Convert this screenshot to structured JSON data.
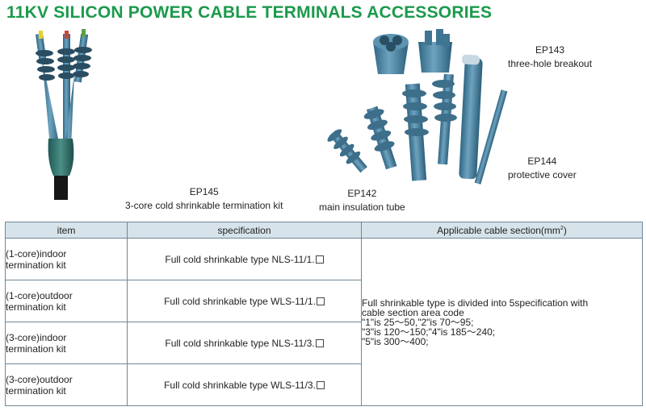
{
  "title": "11KV SILICON POWER CABLE TERMINALS ACCESSORIES",
  "products": [
    {
      "code": "EP145",
      "desc": "3-core cold shrinkable termination kit"
    },
    {
      "code": "EP142",
      "desc": "main insulation tube"
    },
    {
      "code": "EP143",
      "desc": "three-hole breakout"
    },
    {
      "code": "EP144",
      "desc": "protective cover"
    }
  ],
  "table": {
    "headers": {
      "item": "item",
      "specification": "specification",
      "section": "Applicable cable section(mm",
      "section_sup": "2",
      "section_end": ")"
    },
    "rows": [
      {
        "item_line1": "(1-core)indoor",
        "item_line2": "termination kit",
        "spec": "Full cold shrinkable type NLS-11/1."
      },
      {
        "item_line1": "(1-core)outdoor",
        "item_line2": "termination kit",
        "spec": "Full cold shrinkable type WLS-11/1."
      },
      {
        "item_line1": "(3-core)indoor",
        "item_line2": "termination kit",
        "spec": "Full cold shrinkable type NLS-11/3."
      },
      {
        "item_line1": "(3-core)outdoor",
        "item_line2": "termination kit",
        "spec": "Full cold shrinkable type WLS-11/3."
      }
    ],
    "note": [
      "Full shrinkable type is divided into 5specification with",
      "cable section area code",
      "\"1\"is 25～50,\"2\"is 70～95;",
      "\"3\"is 120～150;\"4\"is 185～240;",
      "\"5\"is 300～400;"
    ]
  },
  "colors": {
    "title": "#1b9a4c",
    "product_body": "#4f86a4",
    "header_bg": "#d6e3ea",
    "border": "#6f8797"
  }
}
